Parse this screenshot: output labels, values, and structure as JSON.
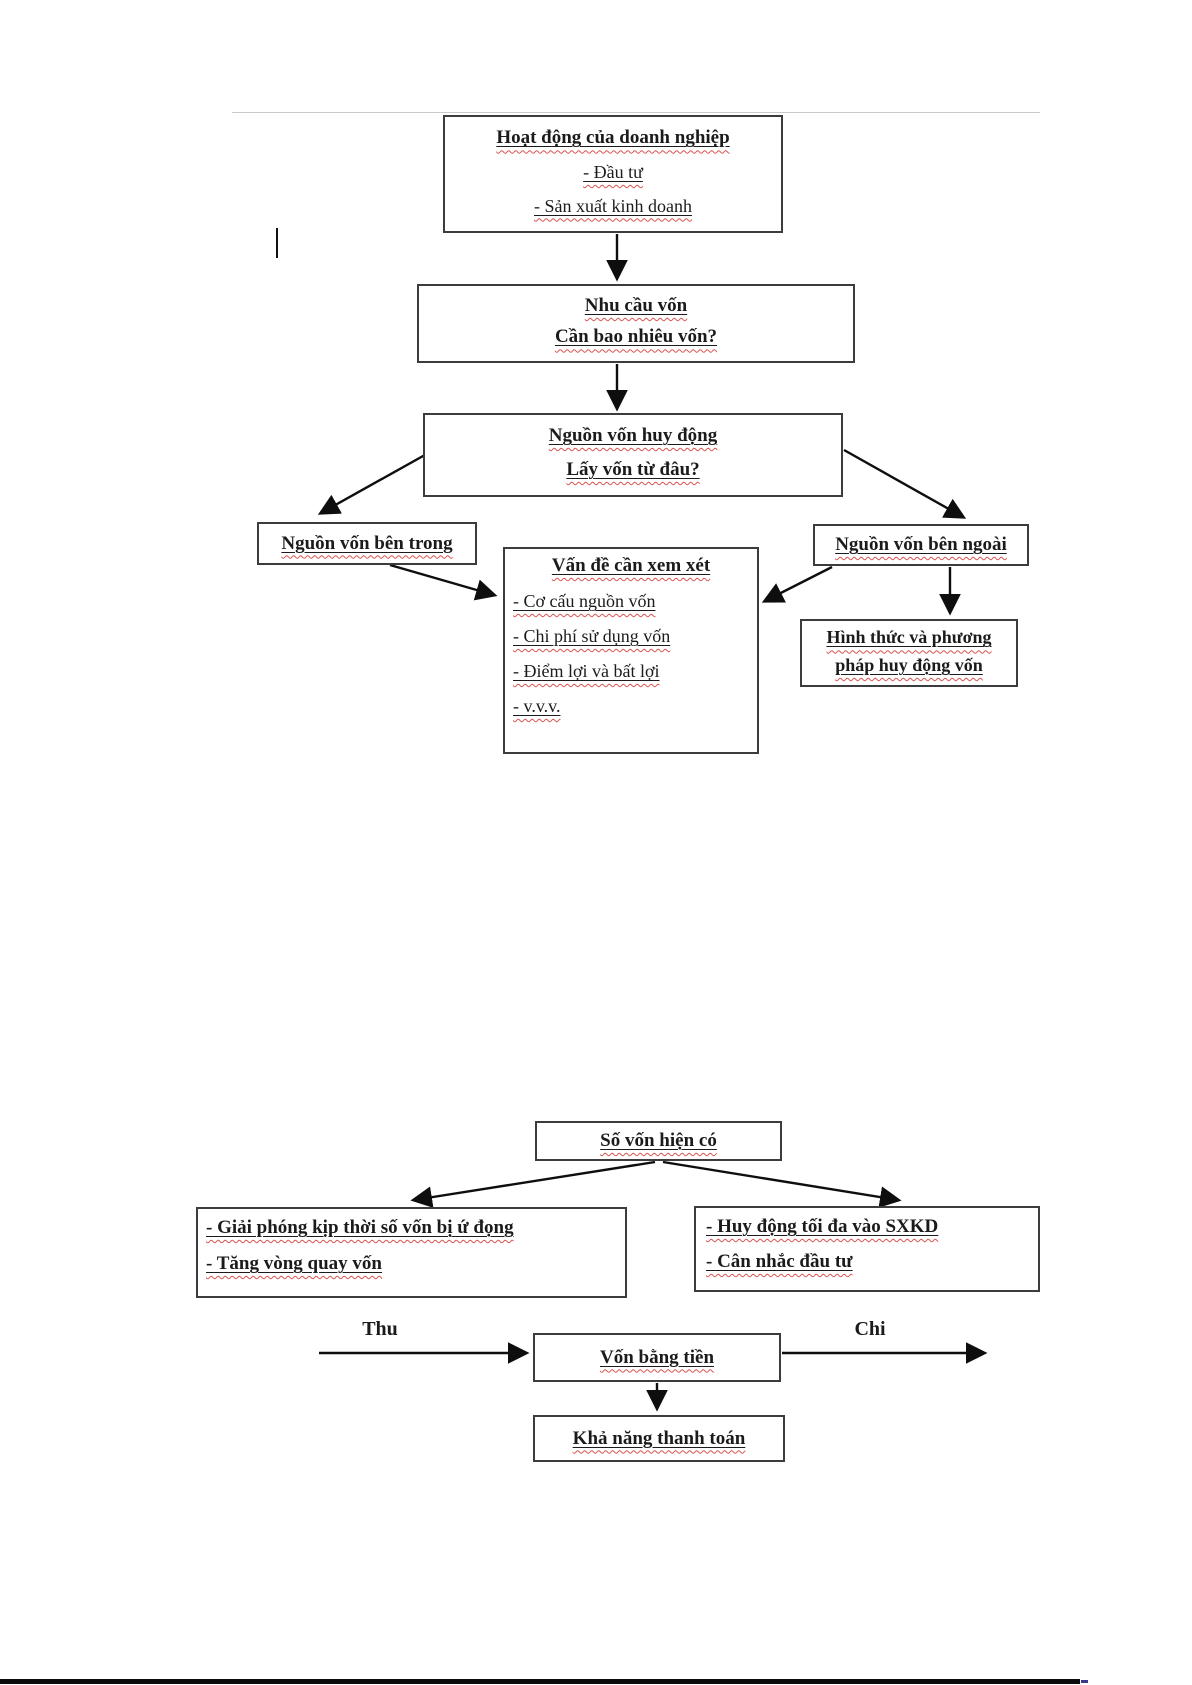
{
  "colors": {
    "text": "#1b1b1b",
    "squiggle_red": "#d9534f",
    "box_border": "#3c3c3c"
  },
  "diagram1": {
    "box_activity": {
      "title": "Hoạt động của doanh nghiệp",
      "items": [
        "- Đầu tư",
        "- Sản xuất kinh doanh"
      ]
    },
    "box_need": {
      "line1": "Nhu cầu vốn",
      "line2": "Cần bao nhiêu vốn?"
    },
    "box_source": {
      "line1": "Nguồn vốn huy động",
      "line2": "Lấy vốn từ đâu?"
    },
    "box_internal": {
      "title": "Nguồn vốn bên trong"
    },
    "box_external": {
      "title": "Nguồn vốn bên ngoài"
    },
    "box_issues": {
      "title": "Vấn đề cần xem xét",
      "items": [
        "- Cơ cấu nguồn vốn",
        "- Chi phí sử dụng vốn",
        "- Điểm lợi và bất lợi",
        "- v.v.v."
      ]
    },
    "box_methods": {
      "line1": "Hình thức và phương",
      "line2": "pháp huy động vốn"
    }
  },
  "diagram2": {
    "box_capital": {
      "title": "Số vốn hiện có"
    },
    "box_release": {
      "items": [
        "- Giải phóng kịp thời số vốn bị ứ đọng",
        "- Tăng vòng quay vốn"
      ]
    },
    "box_mobilize": {
      "items": [
        "- Huy động tối đa vào SXKD",
        "- Cân nhắc đầu tư"
      ]
    },
    "label_inflow": "Thu",
    "label_outflow": "Chi",
    "box_cash": {
      "title": "Vốn bằng tiền"
    },
    "box_liquidity": {
      "title": "Khả năng thanh toán"
    }
  }
}
